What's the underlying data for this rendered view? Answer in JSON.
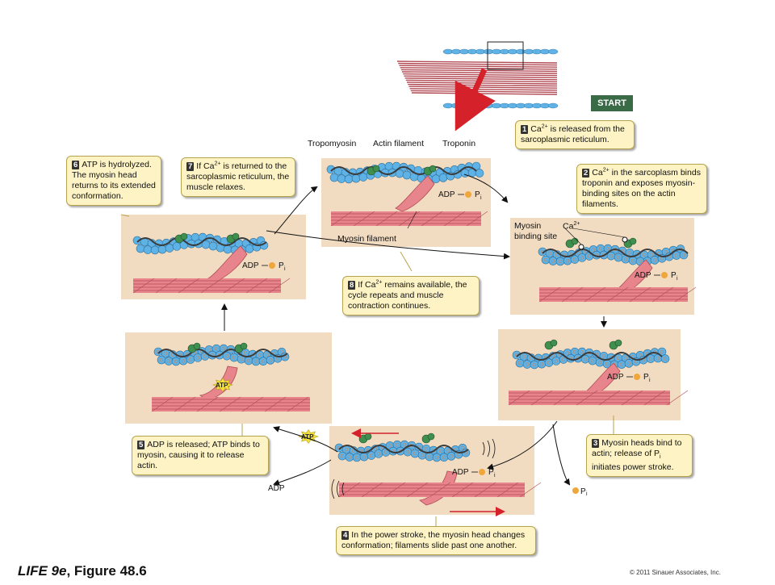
{
  "labels": {
    "start": "START",
    "tropomyosin": "Tropomyosin",
    "actin_filament": "Actin filament",
    "troponin": "Troponin",
    "myosin_filament": "Myosin filament",
    "myosin_binding_site_1": "Myosin",
    "myosin_binding_site_2": "binding site",
    "ca": "Ca",
    "ca_sup": "2+",
    "adp": "ADP",
    "atp": "ATP",
    "pi": "P",
    "pi_sub": "i"
  },
  "steps": [
    {
      "num": "1",
      "text_before": "Ca",
      "sup": "2+",
      "text_after": " is released from the sarcoplasmic reticulum."
    },
    {
      "num": "2",
      "text_before": "Ca",
      "sup": "2+",
      "text_after": " in the sarcoplasm binds troponin and exposes myosin-binding sites on the actin filaments."
    },
    {
      "num": "3",
      "text_before": "Myosin heads bind to actin; release of P",
      "sub": "i",
      "text_after": " initiates power stroke."
    },
    {
      "num": "4",
      "text_before": "In the power stroke, the myosin head changes conformation; filaments slide past one another.",
      "text_after": ""
    },
    {
      "num": "5",
      "text_before": "ADP is released; ATP binds to myosin, causing it to release actin.",
      "text_after": ""
    },
    {
      "num": "6",
      "text_before": "ATP is hydrolyzed. The myosin head returns to its extended conformation.",
      "text_after": ""
    },
    {
      "num": "7",
      "text_before": "If Ca",
      "sup": "2+",
      "text_after": " is returned to the sarcoplasmic reticulum, the muscle relaxes."
    },
    {
      "num": "8",
      "text_before": "If Ca",
      "sup": "2+",
      "text_after": " remains available, the cycle repeats and muscle contraction continues."
    }
  ],
  "caption": {
    "italic": "LIFE 9e",
    "rest": ", Figure 48.6"
  },
  "copyright": "© 2011 Sinauer Associates, Inc.",
  "colors": {
    "panel": "#f1dcc2",
    "actin": "#5fb2e6",
    "tropomyosin": "#3b3b3b",
    "troponin": "#3f8f4f",
    "myosin": "#e8858c",
    "myosin_dark": "#b24a54",
    "arrow_red": "#d4212a",
    "atp": "#f4e23a",
    "pi": "#f0a63a"
  }
}
